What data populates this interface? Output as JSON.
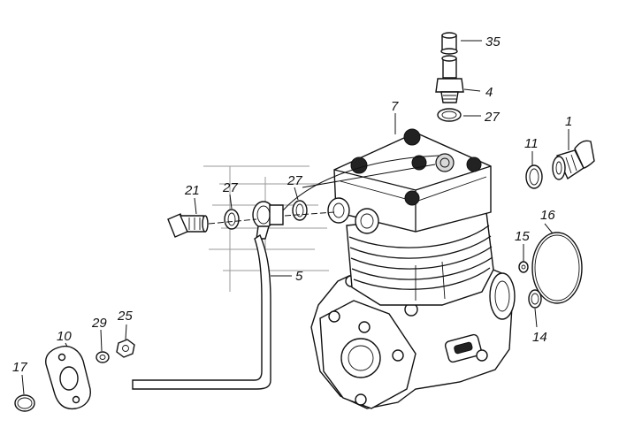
{
  "callouts": {
    "c35": "35",
    "c4": "4",
    "c27a": "27",
    "c7": "7",
    "c1": "1",
    "c11": "11",
    "c16": "16",
    "c21": "21",
    "c27b": "27",
    "c27c": "27",
    "c15": "15",
    "c5": "5",
    "c14": "14",
    "c29": "29",
    "c25": "25",
    "c10": "10",
    "c17": "17"
  }
}
